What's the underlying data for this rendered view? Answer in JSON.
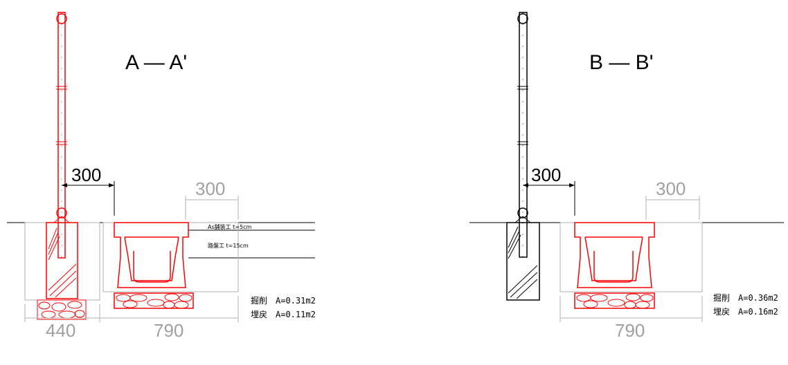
{
  "left_section": {
    "title": "A — A'",
    "dim_pole_offset": "300",
    "dim_ditch_top": "300",
    "layer_1": "As舗装工 t=5cm",
    "layer_2": "路盤工 t=15cm",
    "excavation": "掘削　A=0.31m2",
    "backfill": "埋戻　A=0.11m2",
    "dim_width_left": "440",
    "dim_width_right": "790"
  },
  "right_section": {
    "title": "B — B'",
    "dim_pole_offset": "300",
    "dim_ditch_top": "300",
    "excavation": "掘削　A=0.36m2",
    "backfill": "埋戻　A=0.16m2",
    "dim_width": "790"
  },
  "colors": {
    "line": "#000000",
    "red": "#ff0000",
    "grey_dim": "#a0a0a0",
    "grey_outline": "#b0b0b0"
  }
}
